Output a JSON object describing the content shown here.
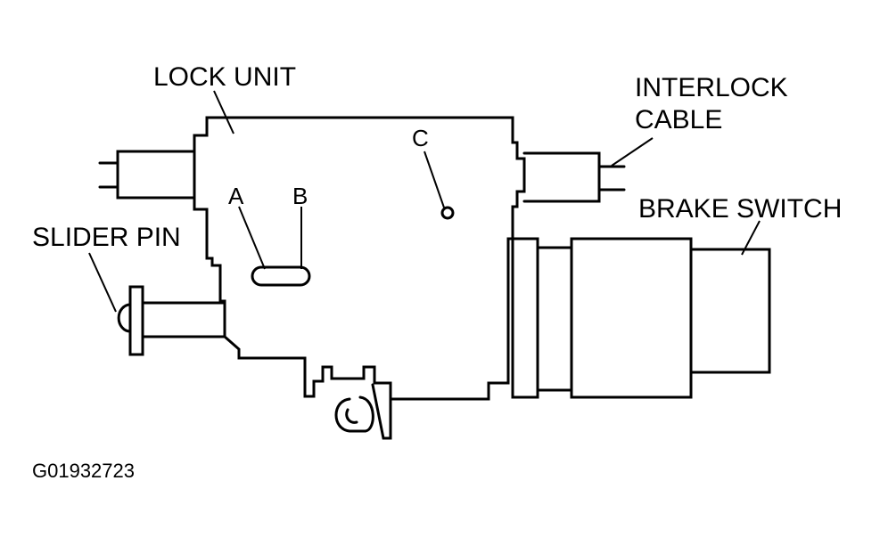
{
  "labels": {
    "lock_unit": "LOCK UNIT",
    "interlock_cable_line1": "INTERLOCK",
    "interlock_cable_line2": "CABLE",
    "brake_switch": "BRAKE SWITCH",
    "slider_pin": "SLIDER PIN",
    "point_a": "A",
    "point_b": "B",
    "point_c": "C"
  },
  "figure_code": "G01932723",
  "colors": {
    "ink": "#000000",
    "paper": "#ffffff"
  }
}
